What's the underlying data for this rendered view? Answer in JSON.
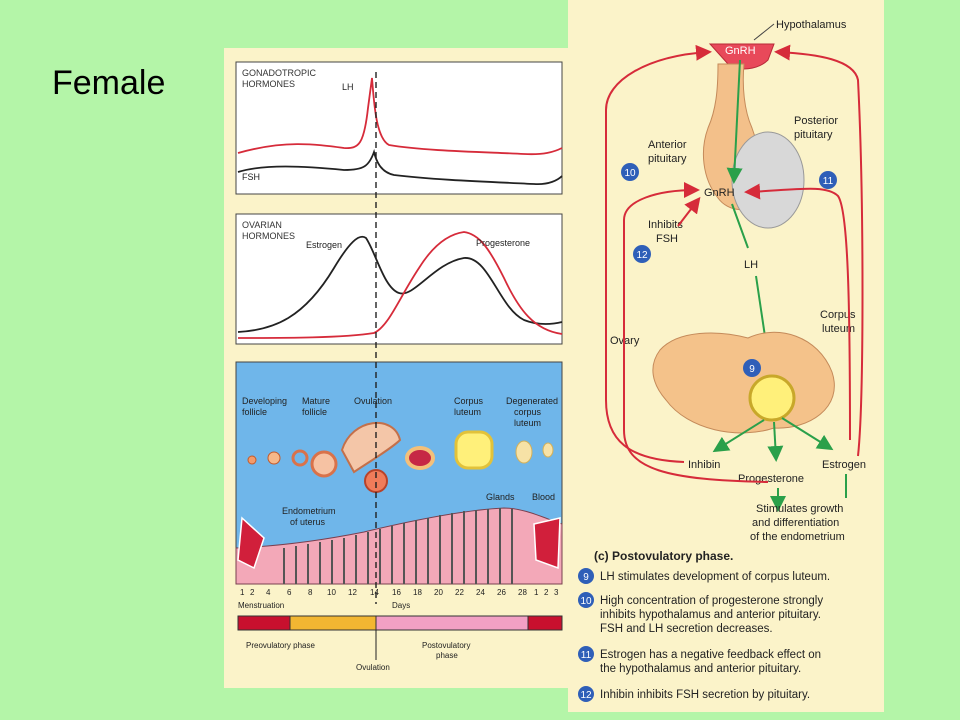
{
  "slide": {
    "title": "Female"
  },
  "gonadotropic": {
    "title_line1": "GONADOTROPIC",
    "title_line2": "HORMONES",
    "lh_label": "LH",
    "fsh_label": "FSH",
    "colors": {
      "lh": "#d62b3a",
      "fsh": "#222222"
    }
  },
  "ovarian": {
    "title_line1": "OVARIAN",
    "title_line2": "HORMONES",
    "estrogen_label": "Estrogen",
    "progesterone_label": "Progesterone",
    "colors": {
      "estrogen": "#222222",
      "progesterone": "#d62b3a"
    }
  },
  "cycle": {
    "developing_follicle": [
      "Developing",
      "follicle"
    ],
    "mature_follicle": [
      "Mature",
      "follicle"
    ],
    "ovulation": "Ovulation",
    "corpus_luteum": [
      "Corpus",
      "luteum"
    ],
    "degenerated": [
      "Degenerated",
      "corpus",
      "luteum"
    ],
    "endometrium": [
      "Endometrium",
      "of uterus"
    ],
    "glands": "Glands",
    "blood": "Blood"
  },
  "timeline": {
    "day_labels": [
      "1",
      "2",
      "4",
      "6",
      "8",
      "10",
      "12",
      "14",
      "16",
      "18",
      "20",
      "22",
      "24",
      "26",
      "28",
      "1",
      "2",
      "3"
    ],
    "menstruation": "Menstruation",
    "days": "Days",
    "preovulatory": "Preovulatory phase",
    "postovulatory_line1": "Postovulatory",
    "postovulatory_line2": "phase",
    "ovulation": "Ovulation",
    "colors": {
      "menstruation": "#c8102e",
      "preovulatory": "#f2b632",
      "postovulatory": "#f2a0c4"
    }
  },
  "diagram": {
    "hypothalamus": "Hypothalamus",
    "gnrh_top": "GnRH",
    "posterior_pituitary": [
      "Posterior",
      "pituitary"
    ],
    "anterior_pituitary": [
      "Anterior",
      "pituitary"
    ],
    "gnrh_mid": "GnRH",
    "inhibits_fsh": [
      "Inhibits",
      "FSH"
    ],
    "lh": "LH",
    "corpus_luteum": [
      "Corpus",
      "luteum"
    ],
    "ovary": "Ovary",
    "inhibin": "Inhibin",
    "progesterone": "Progesterone",
    "estrogen": "Estrogen",
    "stimulates": [
      "Stimulates growth",
      "and differentiation",
      "of the endometrium"
    ],
    "badges": {
      "b9": "9",
      "b10": "10",
      "b11": "11",
      "b12": "12"
    },
    "colors": {
      "feedback": "#d62b3a",
      "stimulate": "#2aa04a",
      "badge": "#2f5fb8"
    }
  },
  "legend": {
    "heading": "(c) Postovulatory phase.",
    "items": [
      {
        "num": "9",
        "lines": [
          "LH stimulates development of corpus luteum."
        ]
      },
      {
        "num": "10",
        "lines": [
          "High concentration of progesterone strongly",
          "inhibits hypothalamus and anterior pituitary.",
          "FSH and LH secretion decreases."
        ]
      },
      {
        "num": "11",
        "lines": [
          "Estrogen has a negative feedback effect on",
          "the hypothalamus and anterior pituitary."
        ]
      },
      {
        "num": "12",
        "lines": [
          "Inhibin inhibits FSH secretion by pituitary."
        ]
      }
    ]
  }
}
